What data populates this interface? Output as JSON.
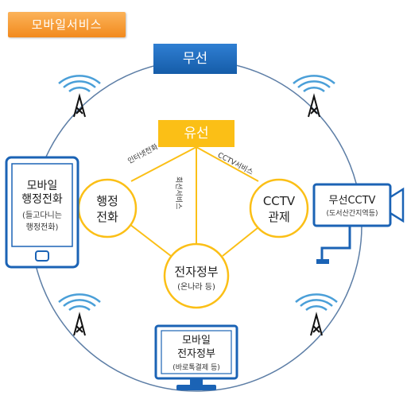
{
  "header": {
    "title": "모바일서비스"
  },
  "wireless": {
    "label": "무선"
  },
  "wired": {
    "label": "유선"
  },
  "edges": {
    "internet_phone": "인터넷전화",
    "cctv_service": "CCTV서비스",
    "line_service": "회선서비스"
  },
  "nodes": {
    "admin_phone": {
      "line1": "행정",
      "line2": "전화"
    },
    "cctv_control": {
      "line1": "CCTV",
      "line2": "관제"
    },
    "egov": {
      "line1": "전자정부",
      "sub": "(온나라 등)"
    }
  },
  "devices": {
    "mobile_phone": {
      "line1": "모바일",
      "line2": "행정전화",
      "sub1": "(들고다니는",
      "sub2": "행정전화)"
    },
    "wireless_cctv": {
      "line1": "무선CCTV",
      "sub": "(도서산간지역등)"
    },
    "mobile_egov": {
      "line1": "모바일",
      "line2": "전자정부",
      "sub": "(바로톡결제 등)"
    }
  },
  "icons": [
    "antenna-tower-icon",
    "cctv-camera-icon",
    "smartphone-icon",
    "monitor-icon"
  ],
  "colors": {
    "orange": "#f28a1d",
    "blue": "#1b63b5",
    "yellow": "#fbbf16",
    "ring": "#5d7ea6"
  }
}
